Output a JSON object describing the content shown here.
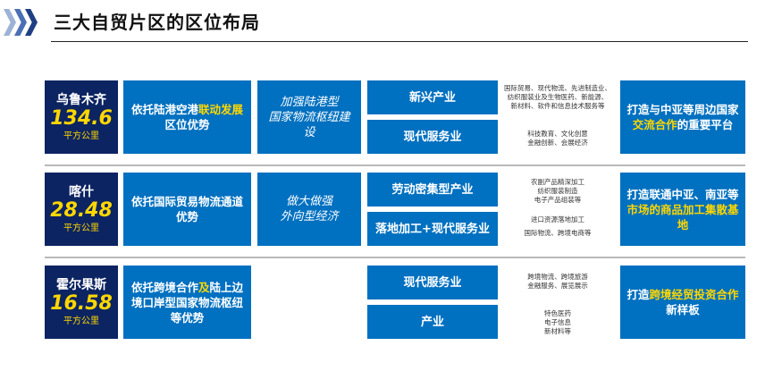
{
  "header": {
    "title": "三大自贸片区的区位布局",
    "accent_color": "#2f5597"
  },
  "zones": [
    {
      "name": "乌鲁木齐",
      "area": "134.6",
      "unit": "平方公里",
      "advantage": [
        "依托陆港空港",
        "联动发展",
        "区位优势"
      ],
      "strategy": [
        "加强陆港型",
        "国家物流枢纽建设"
      ],
      "industries": [
        {
          "label": "新兴产业",
          "details": [
            "国际贸易、现代物流、先进制造业、",
            "纺织服装业及生物医药、新能源、",
            "新材料、软件和信息技术服务等"
          ]
        },
        {
          "label": "现代服务业",
          "details": [
            "科技教育、文化创意",
            "金融创新、会展经济"
          ]
        }
      ],
      "goal": [
        "打造与中亚等周边国家",
        "交流合作",
        "的重要平台"
      ]
    },
    {
      "name": "喀什",
      "area": "28.48",
      "unit": "平方公里",
      "advantage": [
        "依托国际贸易物流通道",
        "优势"
      ],
      "strategy": [
        "做大做强",
        "外向型经济"
      ],
      "industries": [
        {
          "label": "劳动密集型产业",
          "details": [
            "农副产品精深加工",
            "纺织服装制造",
            "电子产品组装等"
          ]
        },
        {
          "label": "落地加工+现代服务业",
          "details": [
            "进口资源落地加工",
            "国际物流、跨境电商等"
          ]
        }
      ],
      "goal": [
        "打造联通中亚、南亚等",
        "市场的商品加工集散基地"
      ]
    },
    {
      "name": "霍尔果斯",
      "area": "16.58",
      "unit": "平方公里",
      "advantage": [
        "依托跨境合作",
        "及",
        "陆上边",
        "境口岸型国家物流枢纽",
        "等优势"
      ],
      "industries": [
        {
          "label": "现代服务业",
          "details": [
            "跨境物流、跨境旅游",
            "金融服务、展览展示"
          ]
        },
        {
          "label": "产业",
          "details": [
            "特色医药",
            "电子信息",
            "新材料等"
          ]
        }
      ],
      "goal": [
        "打造",
        "跨境经贸投资合作",
        "新样板"
      ]
    }
  ]
}
